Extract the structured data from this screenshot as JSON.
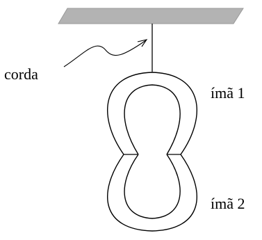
{
  "labels": {
    "rope": "corda",
    "magnet_1": "ímã 1",
    "magnet_2": "ímã 2"
  },
  "colors": {
    "ceiling": "#b3b3b3",
    "stroke": "#000000"
  }
}
